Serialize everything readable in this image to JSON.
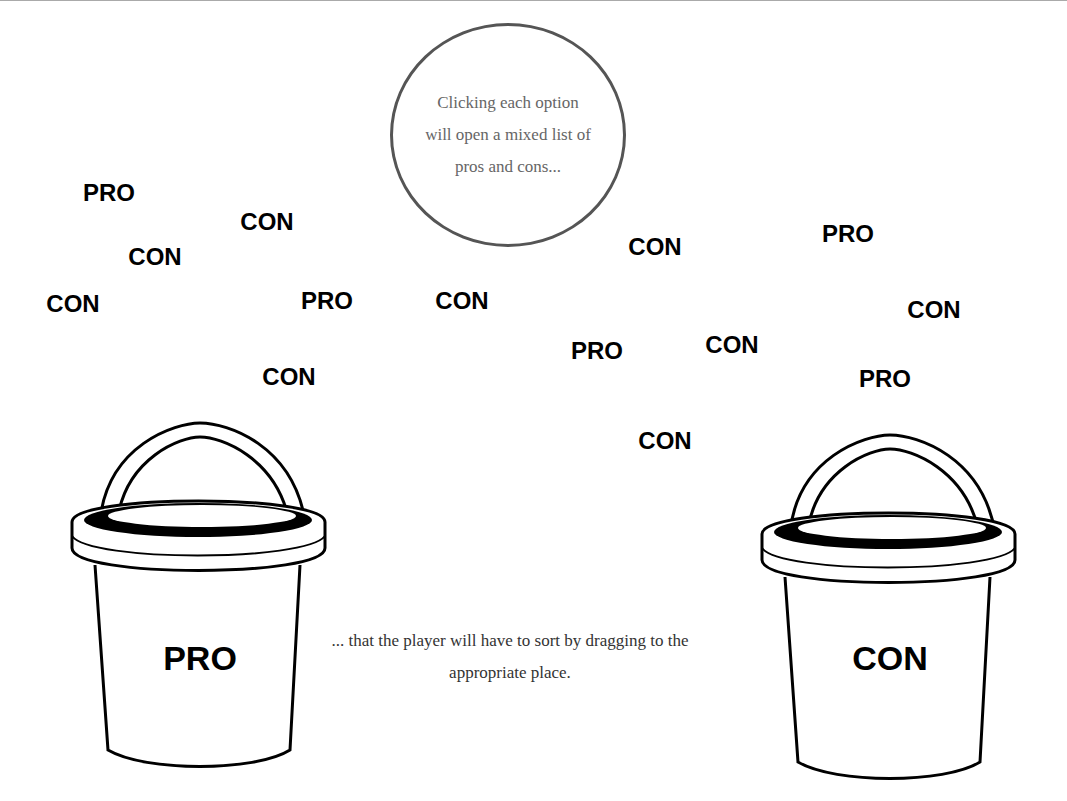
{
  "diagram": {
    "nodes": [
      {
        "text": [
          "Clicking each option will open a mixed list of pros and cons..."
        ]
      },
      {
        "text": [
          "PRO"
        ]
      },
      {
        "text": [
          "CON"
        ]
      }
    ],
    "labels": [
      "PRO",
      "CON",
      "PRO",
      "CON",
      "CON",
      "CON",
      "PRO",
      "CON",
      "CON",
      "CON",
      "PRO",
      "CON",
      "PRO",
      "CON",
      "... that the player will have to sort by dragging to the appropriate place."
    ]
  }
}
